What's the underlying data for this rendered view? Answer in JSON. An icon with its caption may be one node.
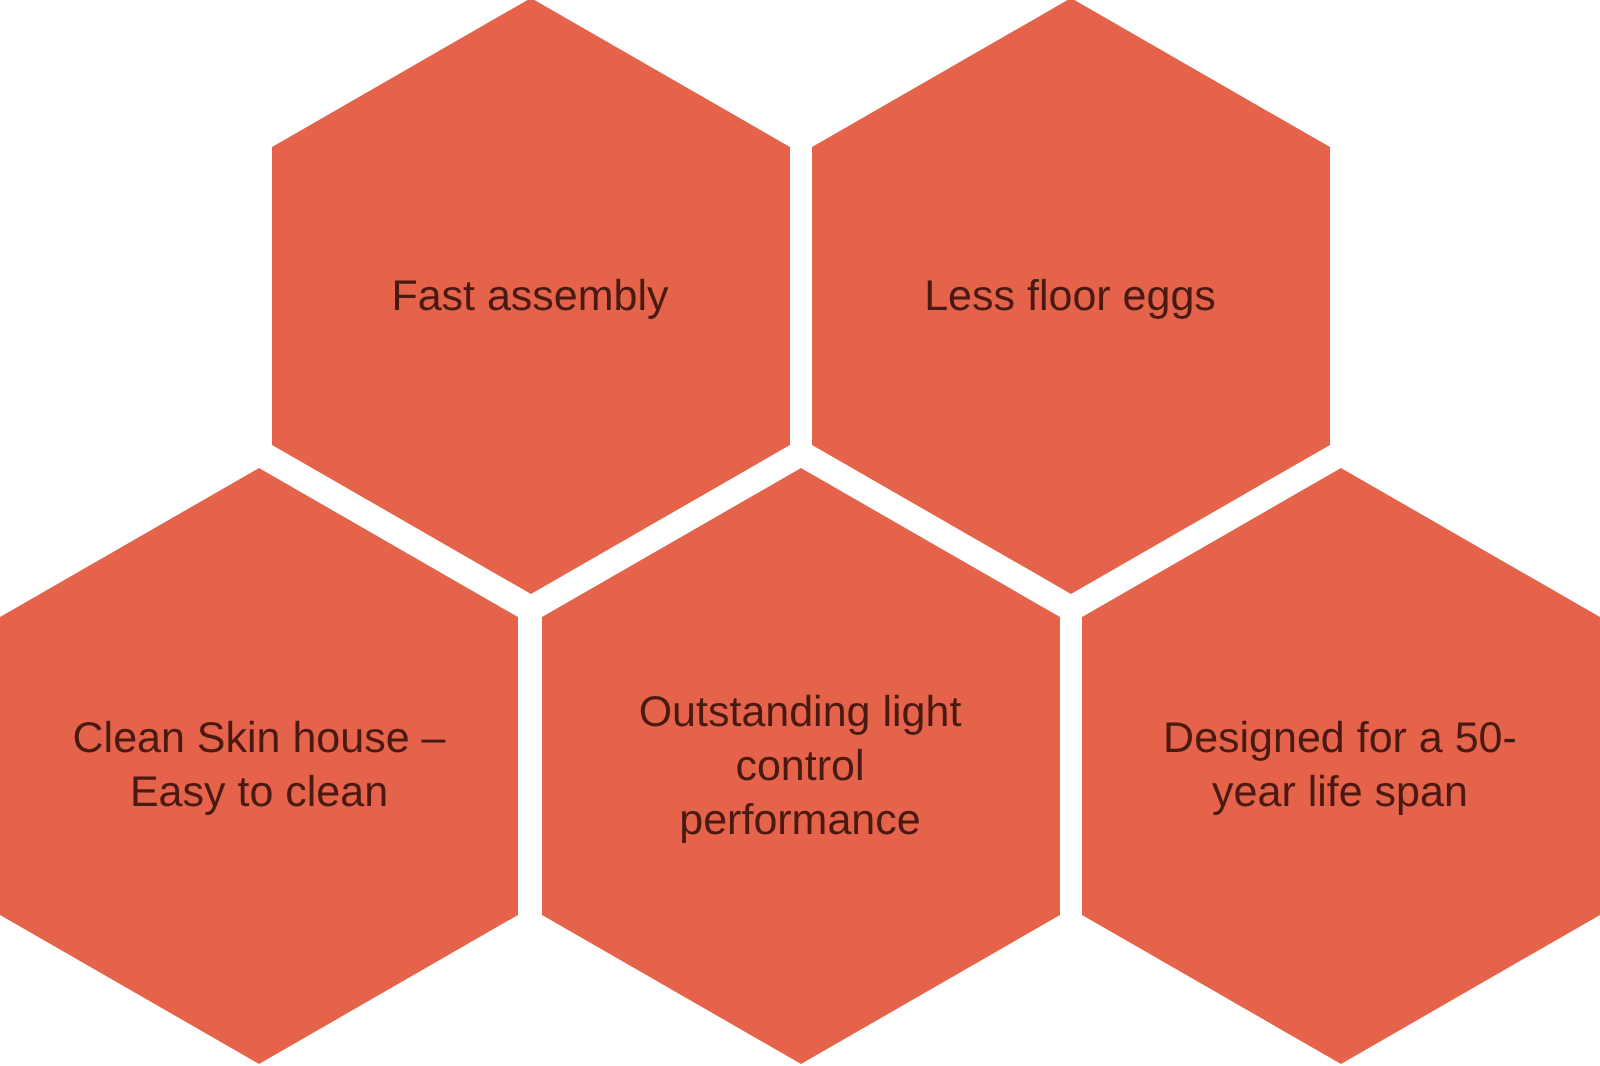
{
  "diagram": {
    "nodes": [
      {
        "text": [
          "Fast assembly"
        ]
      },
      {
        "text": [
          "Less floor eggs"
        ]
      },
      {
        "text": [
          "Clean Skin house – Easy to clean"
        ]
      },
      {
        "text": [
          "Outstanding light control performance"
        ]
      },
      {
        "text": [
          "Designed for a 50-year life span"
        ]
      }
    ]
  }
}
